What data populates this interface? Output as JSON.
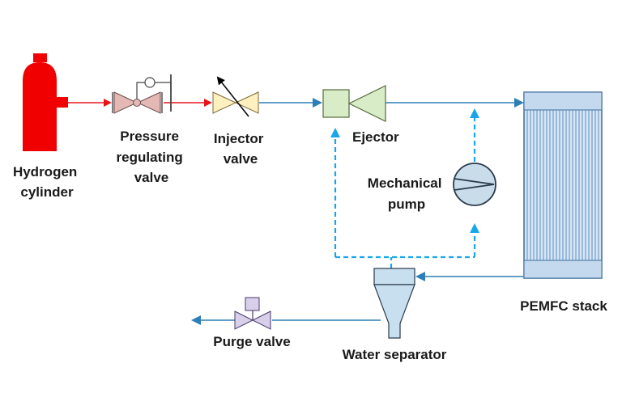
{
  "labels": {
    "hydrogen_cylinder": [
      "Hydrogen",
      "cylinder"
    ],
    "pressure_regulating_valve": [
      "Pressure",
      "regulating",
      "valve"
    ],
    "injector_valve": [
      "Injector",
      "valve"
    ],
    "ejector": "Ejector",
    "mechanical_pump": [
      "Mechanical",
      "pump"
    ],
    "pemfc_stack": "PEMFC stack",
    "water_separator": "Water separator",
    "purge_valve": "Purge valve"
  },
  "colors": {
    "hydrogen_supply_line": "#e8141c",
    "anode_line": "#2e7fb8",
    "recirculation_line": "#19a6e8",
    "cylinder": "#f00000",
    "pressure_valve_fill": "#e4b8b4",
    "injector_valve_fill": "#fff0c0",
    "ejector_fill": "#d8ecc8",
    "pump_fill": "#c8dcea",
    "stack_fill": "#d8e6f4",
    "separator_fill": "#c8dff0",
    "purge_valve_fill": "#d8d0ea"
  },
  "icons": {
    "hydrogen_cylinder": "gas-cylinder-icon",
    "pressure_regulating_valve": "pressure-regulating-valve-icon",
    "injector_valve": "injector-valve-icon",
    "ejector": "ejector-icon",
    "mechanical_pump": "pump-icon",
    "pemfc_stack": "fuel-cell-stack-icon",
    "water_separator": "water-separator-icon",
    "purge_valve": "purge-valve-icon"
  }
}
